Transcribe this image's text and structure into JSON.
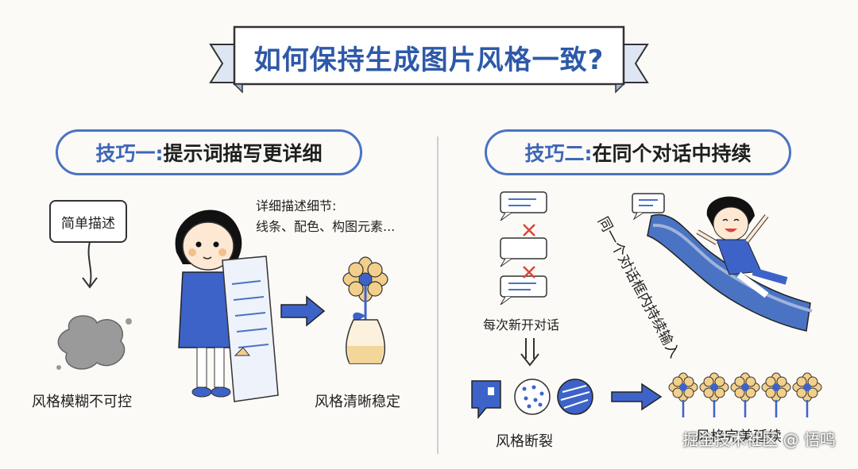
{
  "title": "如何保持生成图片风格一致?",
  "tip1": {
    "label_num": "技巧一:",
    "label_text": "提示词描写更详细",
    "simple_box": "简单描述",
    "bad_result": "风格模糊不可控",
    "detail_line1": "详细描述细节:",
    "detail_line2": "线条、配色、构图元素...",
    "good_result": "风格清晰稳定"
  },
  "tip2": {
    "label_num": "技巧二:",
    "label_text": "在同个对话中持续",
    "new_chat": "每次新开对话",
    "broken": "风格断裂",
    "same_dialog": "同一个对话框内持续输入",
    "consistent": "风格完美延续"
  },
  "watermark": "掘金技术社区 @ 悟鸣",
  "colors": {
    "accent": "#4a73c4",
    "title": "#2e59a8",
    "blue_fill": "#3d63c9",
    "flower": "#f2cf8a",
    "x_mark": "#d9473a"
  }
}
